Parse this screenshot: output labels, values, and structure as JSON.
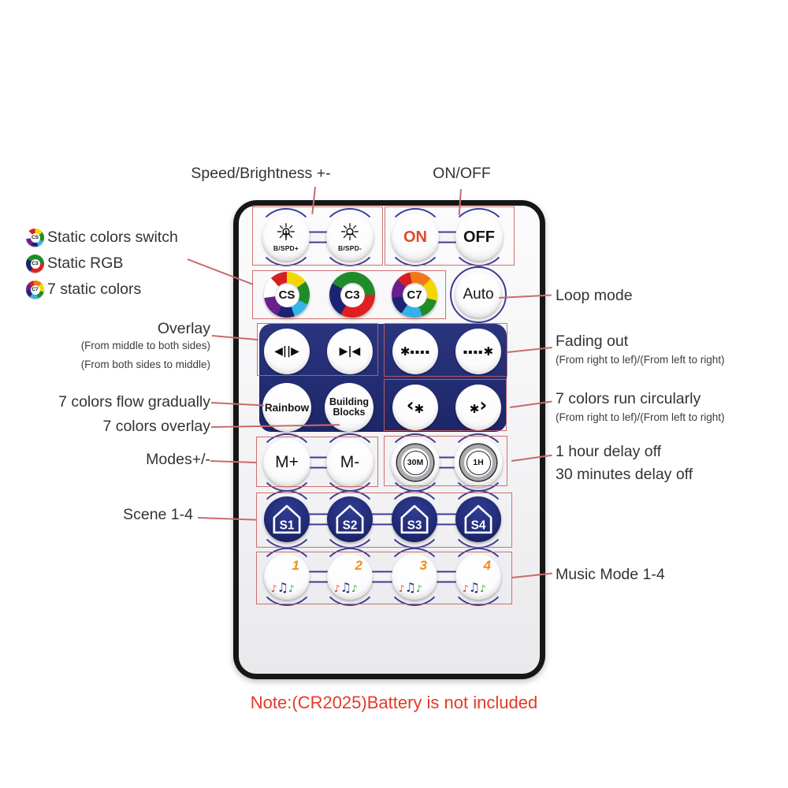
{
  "annotations": {
    "speed_brightness": "Speed/Brightness +-",
    "on_off": "ON/OFF",
    "static_items": [
      {
        "icon": "cs-ring-icon",
        "label": "Static colors switch"
      },
      {
        "icon": "c3-ring-icon",
        "label": "Static RGB"
      },
      {
        "icon": "c7-ring-icon",
        "label": "7 static colors"
      }
    ],
    "overlay": "Overlay",
    "overlay_sub1": "(From middle to both sides)",
    "overlay_sub2": "(From both sides to middle)",
    "flow_gradually": "7 colors flow gradually",
    "colors_overlay": "7 colors overlay",
    "modes": "Modes+/-",
    "scene": "Scene 1-4",
    "loop_mode": "Loop mode",
    "fading_out": "Fading out",
    "fading_sub": "(From right to lef)/(From left to right)",
    "run_circularly": "7 colors run circularly",
    "run_sub": "(From right to lef)/(From left to right)",
    "delay_1h": "1 hour delay off",
    "delay_30m": "30 minutes delay off",
    "music_mode": "Music Mode 1-4",
    "note": "Note:(CR2025)Battery is not included"
  },
  "remote": {
    "sun_glyph": "☼",
    "row1": [
      {
        "label": "B/SPD+",
        "sign": "+"
      },
      {
        "label": "B/SPD-",
        "sign": "−"
      },
      {
        "label": "ON"
      },
      {
        "label": "OFF"
      }
    ],
    "row2": [
      {
        "label": "CS"
      },
      {
        "label": "C3"
      },
      {
        "label": "C7"
      },
      {
        "label": "Auto"
      }
    ],
    "row3": [
      {
        "glyph": "◀||▶"
      },
      {
        "glyph": "▶|◀"
      },
      {
        "star": "✱",
        "dots": "▪▪▪▪"
      },
      {
        "dots": "▪▪▪▪",
        "star": "✱"
      }
    ],
    "row4": [
      {
        "label": "Rainbow"
      },
      {
        "line1": "Building",
        "line2": "Blocks"
      },
      {
        "chev": "‹",
        "star": "✱"
      },
      {
        "star": "✱",
        "chev": "›"
      }
    ],
    "row5": [
      {
        "label": "M+"
      },
      {
        "label": "M-"
      },
      {
        "label": "30M"
      },
      {
        "label": "1H"
      }
    ],
    "row6": [
      {
        "label": "S1"
      },
      {
        "label": "S2"
      },
      {
        "label": "S3"
      },
      {
        "label": "S4"
      }
    ],
    "row7": [
      {
        "num": "1"
      },
      {
        "num": "2"
      },
      {
        "num": "3"
      },
      {
        "num": "4"
      }
    ],
    "music_notes": {
      "red": "♪",
      "blue": "♫",
      "green": "♪"
    }
  },
  "colors": {
    "navy": "#222c78",
    "ring_blue": "#3d3d94",
    "annotation_red": "#c96b6b",
    "note_red": "#e23a28",
    "on_red": "#e04a28",
    "music_orange": "#f08c20"
  }
}
